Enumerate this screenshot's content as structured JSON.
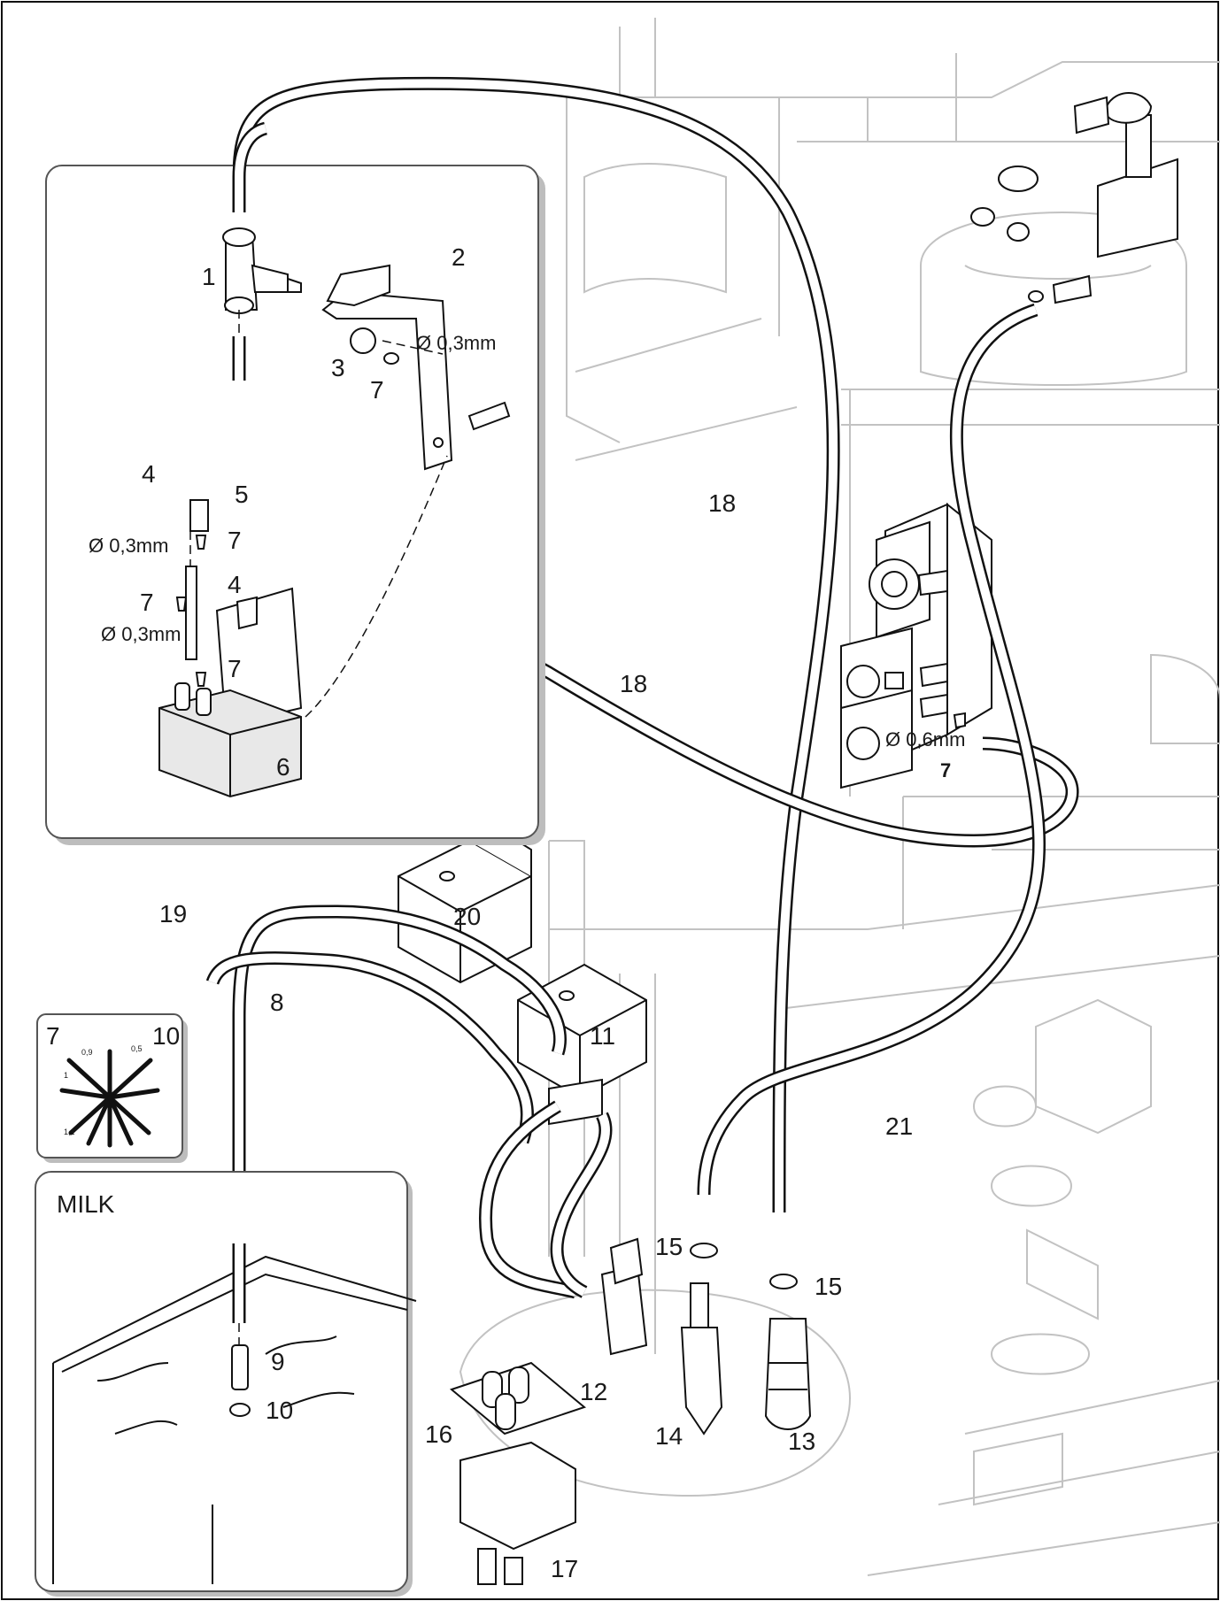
{
  "callouts": {
    "c1": "1",
    "c2": "2",
    "c3": "3",
    "c4a": "4",
    "c4b": "4",
    "c5": "5",
    "c6": "6",
    "c7a": "7",
    "c7b": "7",
    "c7c": "7",
    "c7d": "7",
    "c7e": "7",
    "c7f": "7",
    "c8": "8",
    "c9": "9",
    "c10a": "10",
    "c10b": "10",
    "c11": "11",
    "c12": "12",
    "c13": "13",
    "c14": "14",
    "c15a": "15",
    "c15b": "15",
    "c16": "16",
    "c17": "17",
    "c18a": "18",
    "c18b": "18",
    "c19": "19",
    "c20": "20",
    "c21": "21"
  },
  "dimensions": {
    "d03a": "Ø 0,3mm",
    "d03b": "Ø 0,3mm",
    "d03c": "Ø 0,3mm",
    "d06": "Ø 0,6mm"
  },
  "milk_label": "MILK",
  "nozzle_tick_labels": [
    "0,9",
    "0,5",
    "1",
    "1,1"
  ],
  "colors": {
    "line": "#111111",
    "background_lines": "#c2c2c2",
    "inset_border": "#555555",
    "inset_shadow": "#bdbdbd"
  }
}
